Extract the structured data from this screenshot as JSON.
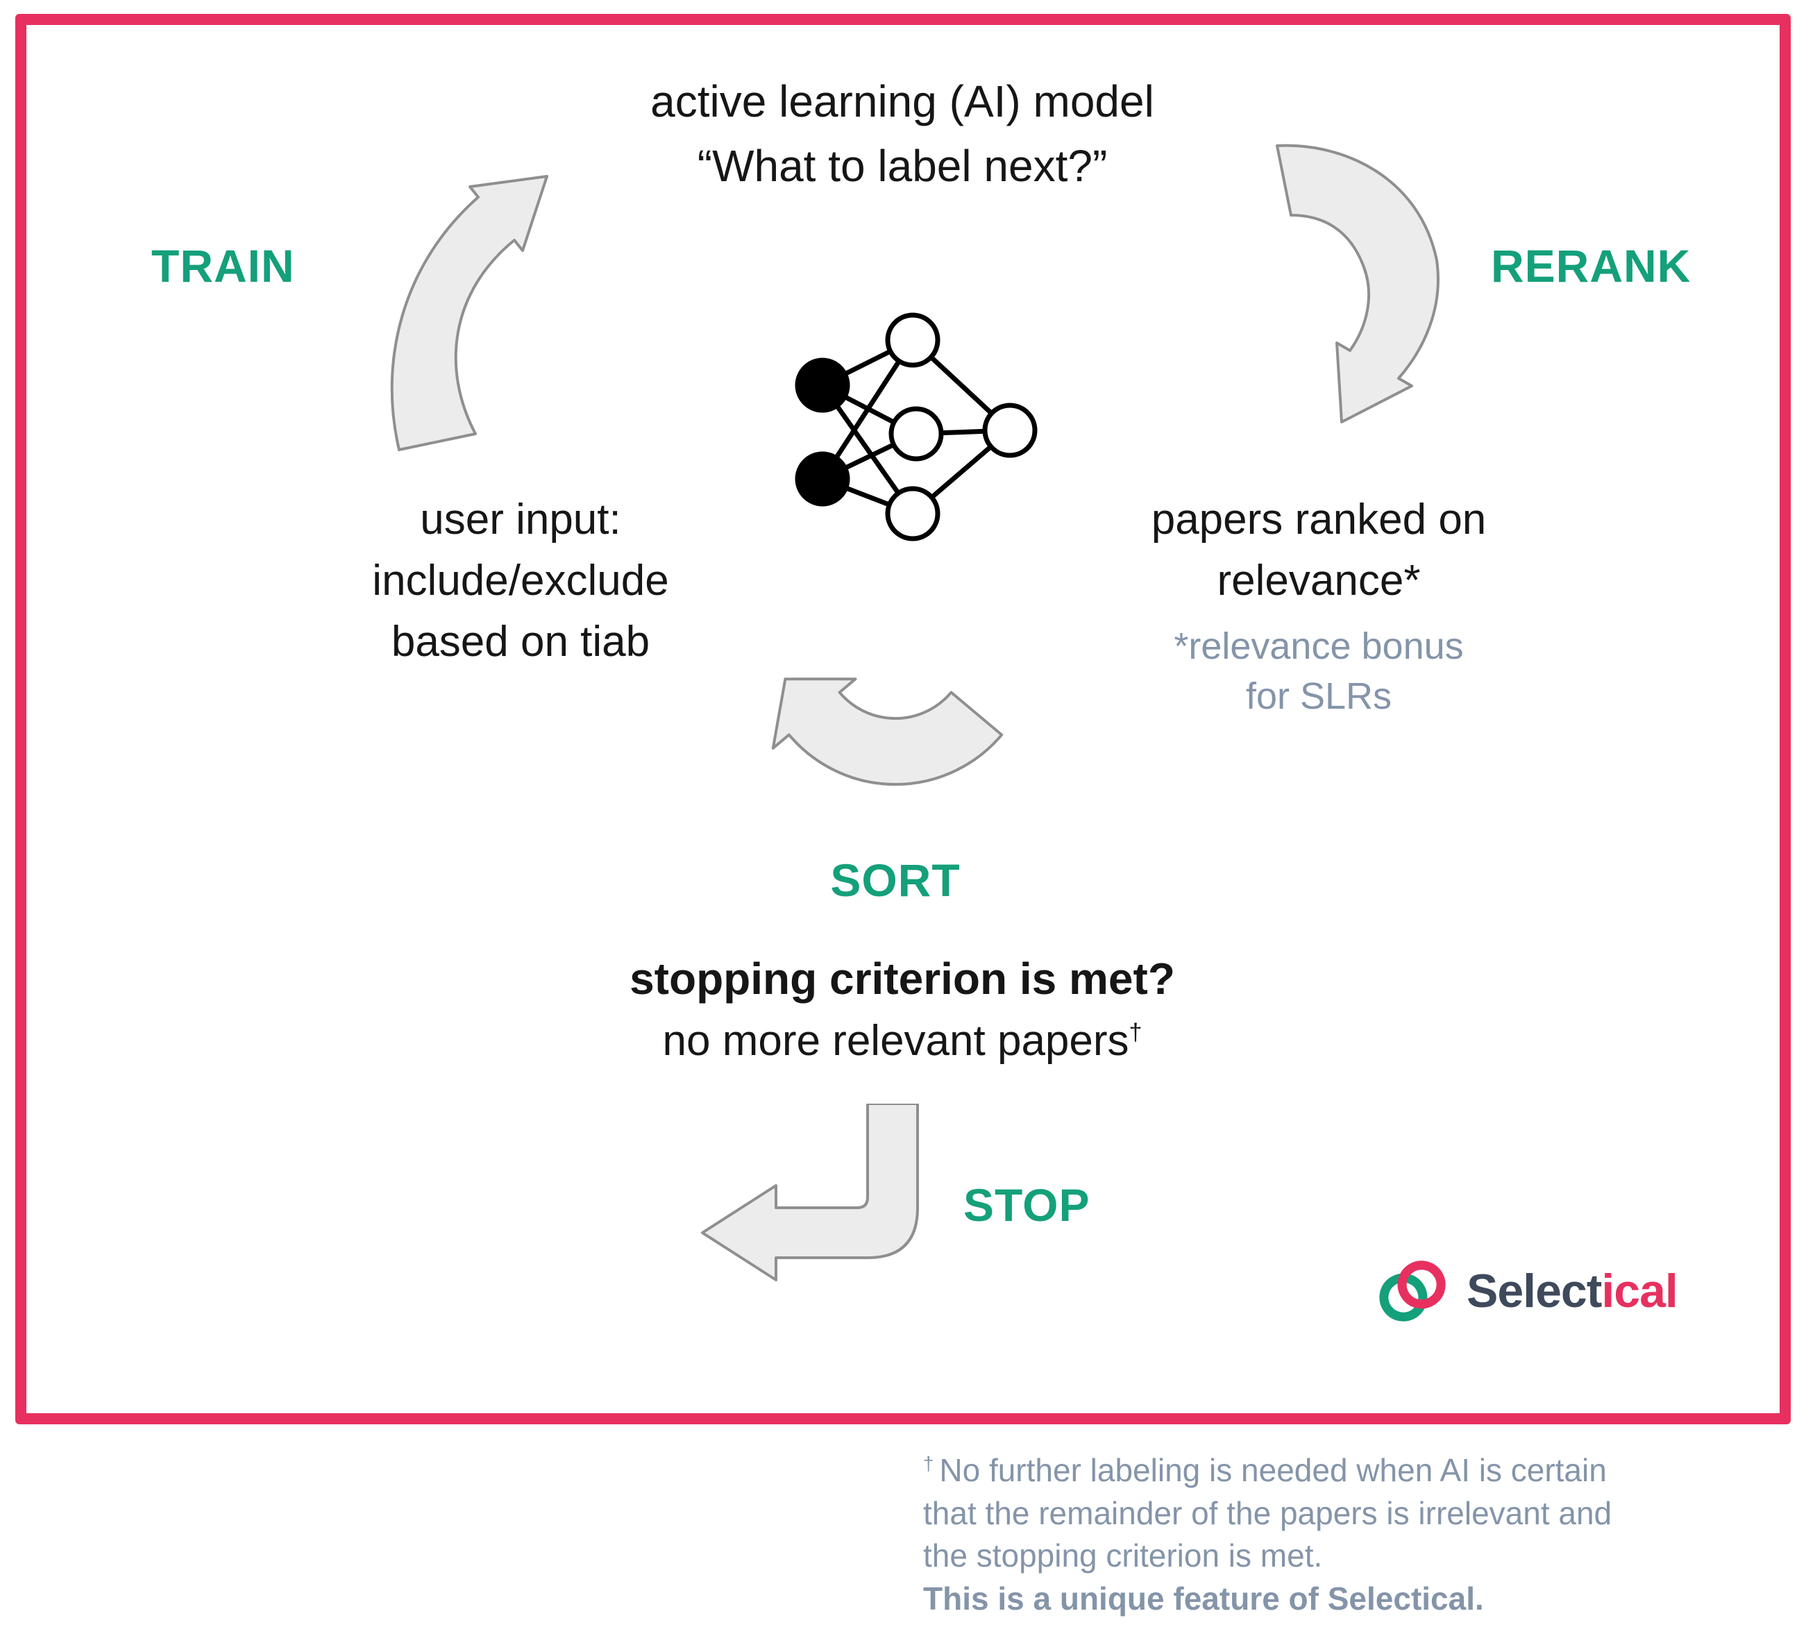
{
  "cycle": {
    "model": {
      "line1": "active learning (AI) model",
      "line2": "“What to label next?”"
    },
    "train_label": "TRAIN",
    "rerank_label": "RERANK",
    "sort_label": "SORT",
    "stop_label": "STOP",
    "user_input": {
      "line1": "user input:",
      "line2": "include/exclude",
      "line3": "based on tiab"
    },
    "ranked": {
      "line1": "papers ranked on",
      "line2": "relevance*"
    },
    "ranked_note": {
      "line1": "*relevance bonus",
      "line2": "for SLRs"
    },
    "stopping": {
      "line1": "stopping criterion is met?",
      "line2": "no more relevant papers",
      "dagger": "†"
    }
  },
  "icons": {
    "neural_network": "neural-network-icon",
    "arrows": [
      "train-arrow",
      "rerank-arrow",
      "sort-arrow",
      "stop-arrow"
    ]
  },
  "logo": {
    "primary": "Select",
    "accent": "ical"
  },
  "footnote": {
    "dagger": "†",
    "line1": "No further labeling is needed when AI is certain",
    "line2": "that the remainder of the papers is irrelevant and",
    "line3": "the stopping criterion is met.",
    "line4": "This is a unique feature of Selectical."
  },
  "colors": {
    "accent_pink": "#E7305F",
    "accent_green": "#14A07A",
    "ink": "#161616",
    "muted_text": "#8494A9",
    "arrow_fill": "#ECECEC",
    "arrow_stroke": "#8F8F8F",
    "logo_dark": "#3E4A5B"
  }
}
